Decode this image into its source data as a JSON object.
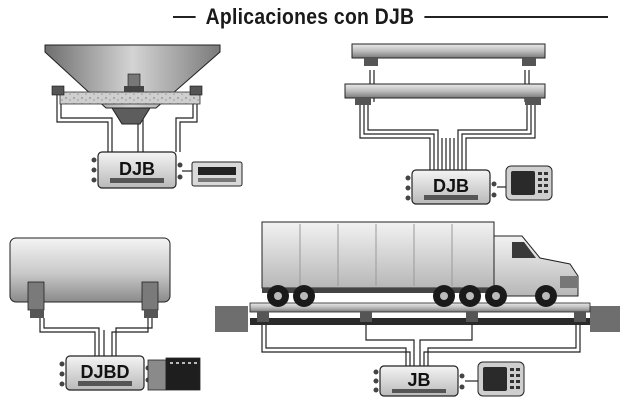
{
  "page": {
    "title": "Aplicaciones con DJB"
  },
  "boxes": {
    "hopper": "DJB",
    "bridge": "DJB",
    "tank": "DJBD",
    "truck": "JB"
  }
}
